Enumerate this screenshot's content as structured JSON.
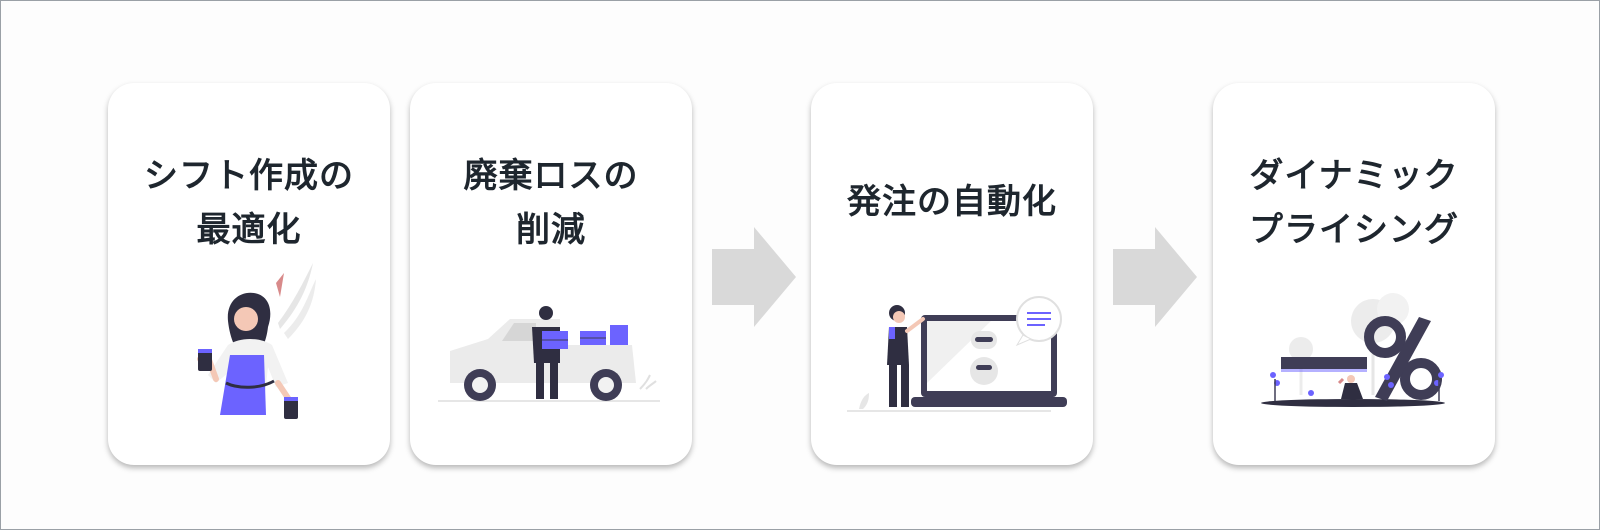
{
  "colors": {
    "accent": "#6c63ff",
    "dark": "#2f2e41",
    "arrow": "#d9d9d9",
    "title": "#1e262e"
  },
  "steps": [
    {
      "title_lines": [
        "シフト作成の",
        "最適化"
      ],
      "illustration": "barista-woman-icon"
    },
    {
      "title_lines": [
        "廃棄ロスの",
        "削減"
      ],
      "illustration": "delivery-truck-icon"
    },
    {
      "title_lines": [
        "発注の自動化"
      ],
      "illustration": "robot-laptop-icon"
    },
    {
      "title_lines": [
        "ダイナミック",
        "プライシング"
      ],
      "illustration": "percent-sign-icon"
    }
  ],
  "connectors": [
    "arrow-right-icon",
    "arrow-right-icon"
  ]
}
